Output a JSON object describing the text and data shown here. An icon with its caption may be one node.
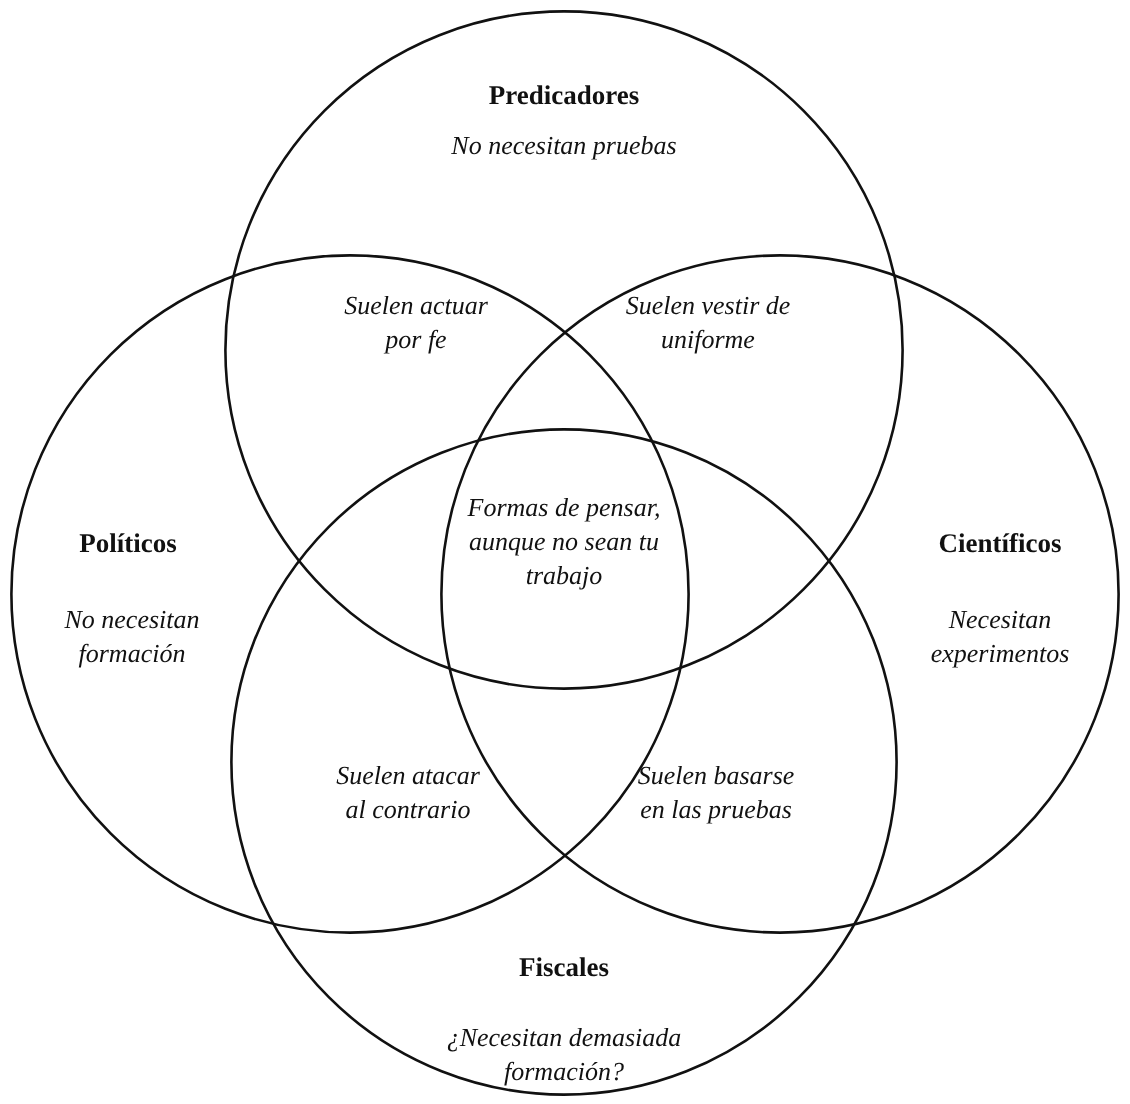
{
  "diagram": {
    "nodes": [
      {
        "text": [
          "Predicadores",
          "No necesitan pruebas"
        ]
      },
      {
        "text": [
          "Políticos",
          "No necesitan formación"
        ]
      },
      {
        "text": [
          "Científicos",
          "Necesitan experimentos"
        ]
      },
      {
        "text": [
          "Fiscales",
          "¿Necesitan demasiada formación?"
        ]
      }
    ],
    "labels": [
      "Suelen actuar por fe",
      "Suelen vestir de uniforme",
      "Formas de pensar, aunque no sean tu trabajo",
      "Suelen atacar al contrario",
      "Suelen basarse en las pruebas"
    ]
  }
}
